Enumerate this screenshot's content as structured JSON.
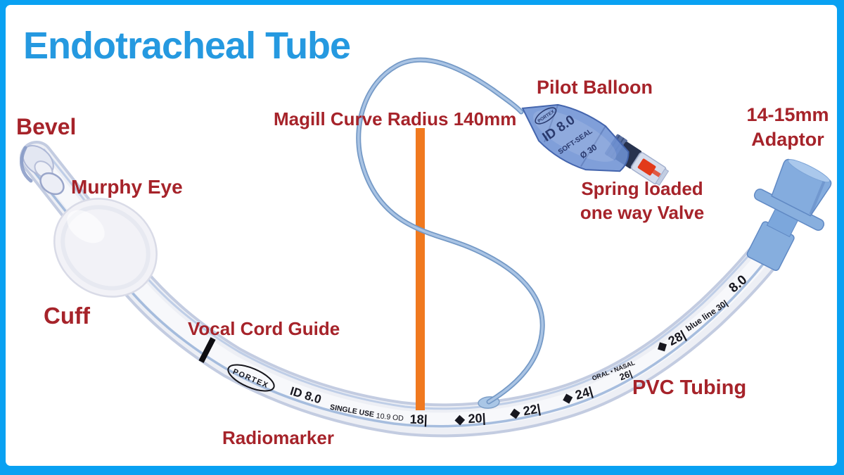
{
  "title": {
    "text": "Endotracheal Tube"
  },
  "labels": {
    "bevel": "Bevel",
    "murphy_eye": "Murphy Eye",
    "cuff": "Cuff",
    "vocal_cord_guide": "Vocal Cord Guide",
    "radiomarker": "Radiomarker",
    "magill": "Magill Curve Radius 140mm",
    "pilot_balloon": "Pilot Balloon",
    "spring_valve_line1": "Spring loaded",
    "spring_valve_line2": "one way Valve",
    "adaptor_line1": "14-15mm",
    "adaptor_line2": "Adaptor",
    "pvc_tubing": "PVC Tubing"
  },
  "tube": {
    "markings": [
      "PORTEX",
      "ID 8.0",
      "SINGLE USE",
      "10.9 OD",
      "18|",
      "◆ 20|",
      "◆ 22|",
      "◆ 24|",
      "ORAL ▪ NASAL",
      "26|",
      "◆ 28|",
      "blue line 30|",
      "8.0"
    ]
  },
  "pilot": {
    "brand": "PORTEX",
    "size": "ID 8.0",
    "seal": "SOFT-SEAL",
    "diameter": "Ø 30"
  },
  "colors": {
    "frame_border": "#09a1f2",
    "title_blue": "#2599e0",
    "label_red": "#a6232a",
    "magill_marker_orange": "#f0791f",
    "balloon_blue": "#6e92d4",
    "adaptor_blue": "#86aede"
  }
}
